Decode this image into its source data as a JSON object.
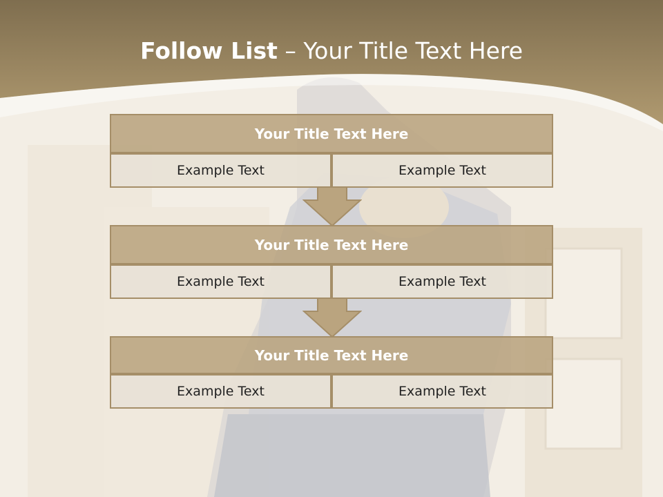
{
  "slide": {
    "title_bold": "Follow List",
    "title_rest": " – Your Title Text Here"
  },
  "colors": {
    "header_dark": "#7f6e4f",
    "header_light": "#b09a70",
    "title_bar": "#baa47f",
    "cell_bg": "#e8e1d6",
    "border": "#a58e68"
  },
  "blocks": [
    {
      "title": "Your Title Text Here",
      "left": "Example Text",
      "right": "Example Text"
    },
    {
      "title": "Your Title Text Here",
      "left": "Example Text",
      "right": "Example Text"
    },
    {
      "title": "Your Title Text Here",
      "left": "Example Text",
      "right": "Example Text"
    }
  ],
  "background_image": {
    "description_icon": "person-photo"
  }
}
